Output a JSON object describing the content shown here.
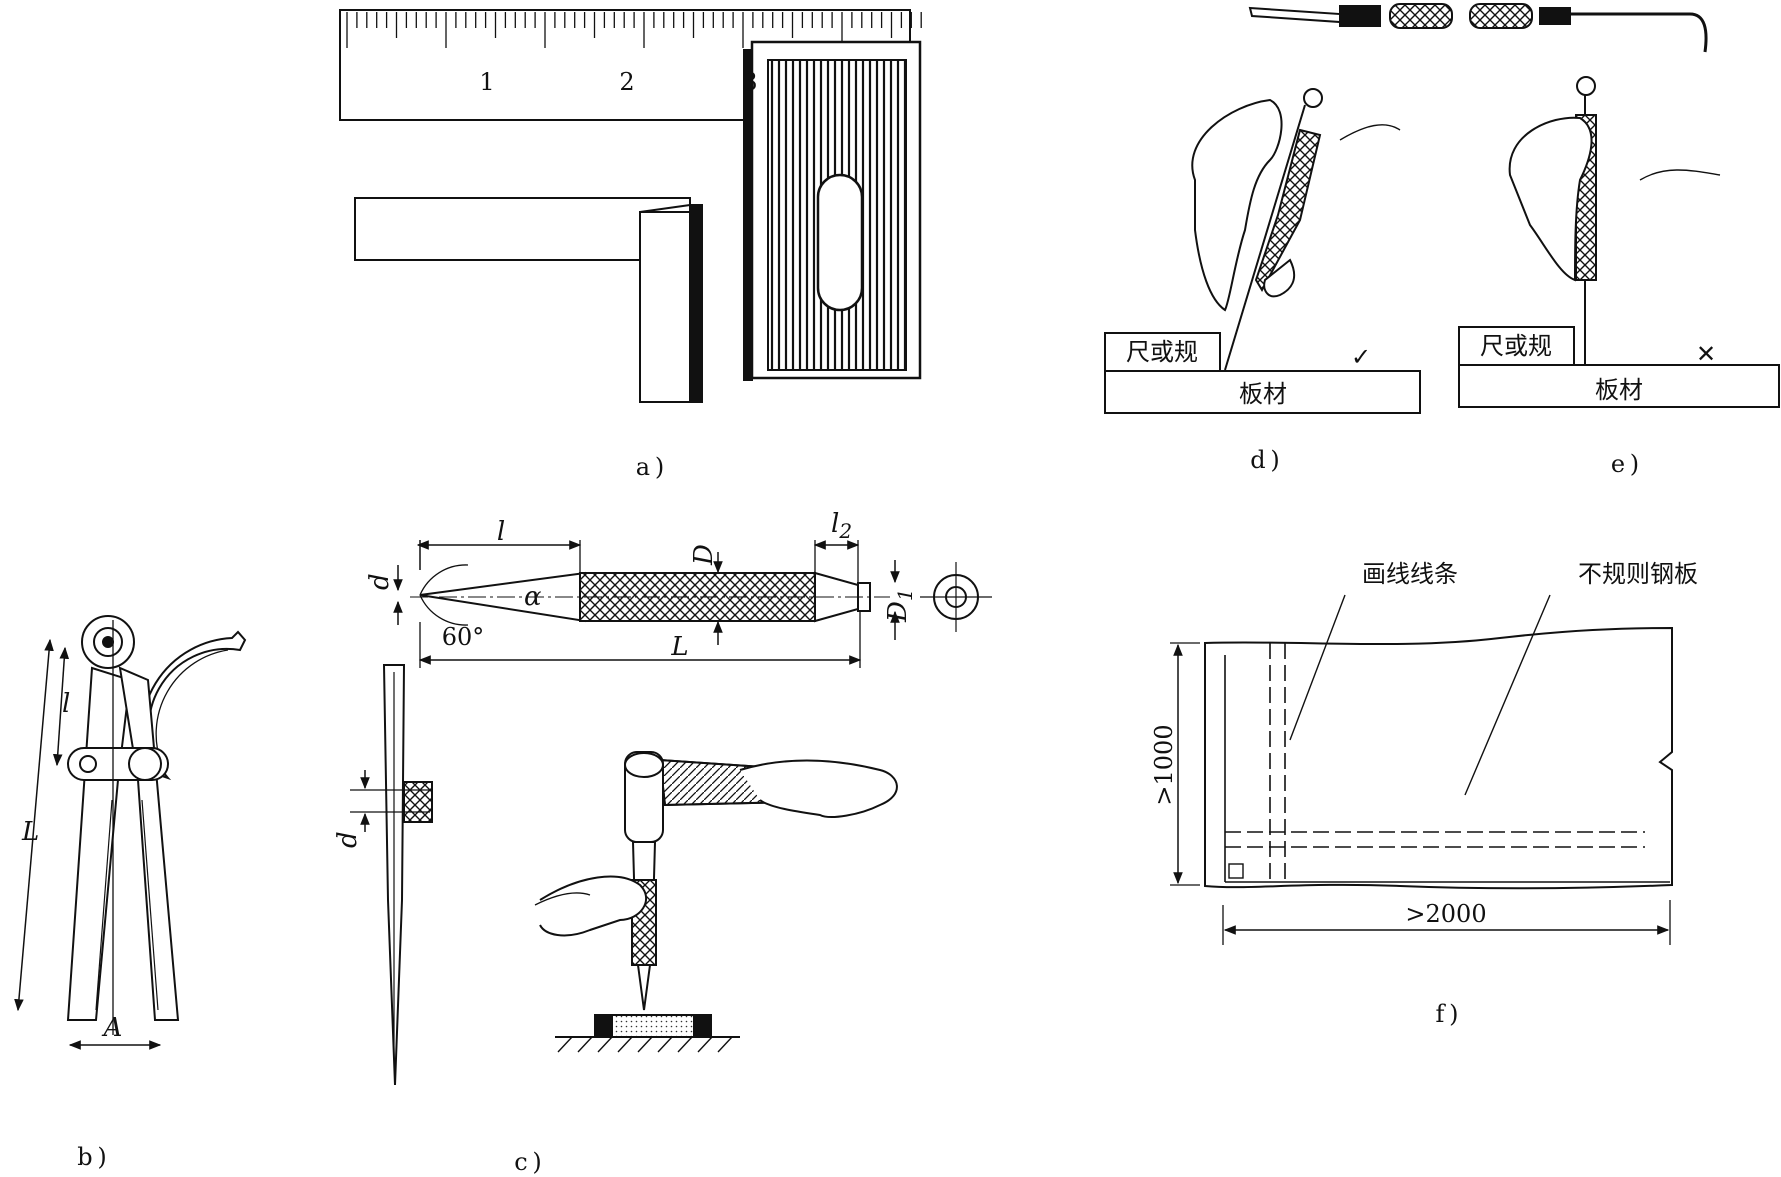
{
  "panels": {
    "a": {
      "caption": "a )",
      "ruler_numbers": [
        "1",
        "2",
        "3"
      ]
    },
    "b": {
      "caption": "b )",
      "dim_L": "L",
      "dim_l": "l",
      "dim_A": "A"
    },
    "c": {
      "caption": "c )",
      "dim_l": "l",
      "dim_l2": "l",
      "dim_l2_sub": "2",
      "dim_D": "D",
      "dim_D1": "D",
      "dim_D1_sub": "1",
      "dim_d": "d",
      "dim_d2": "d",
      "angle_alpha": "α",
      "angle_60": "60°",
      "dim_L": "L"
    },
    "d": {
      "caption": "d )",
      "ruler_label": "尺或规",
      "plate_label": "板材",
      "mark": "✓"
    },
    "e": {
      "caption": "e )",
      "ruler_label": "尺或规",
      "plate_label": "板材",
      "mark": "✕"
    },
    "f": {
      "caption": "f )",
      "line_label": "画线线条",
      "plate_label": "不规则钢板",
      "dim_height": ">1000",
      "dim_width": ">2000"
    }
  }
}
